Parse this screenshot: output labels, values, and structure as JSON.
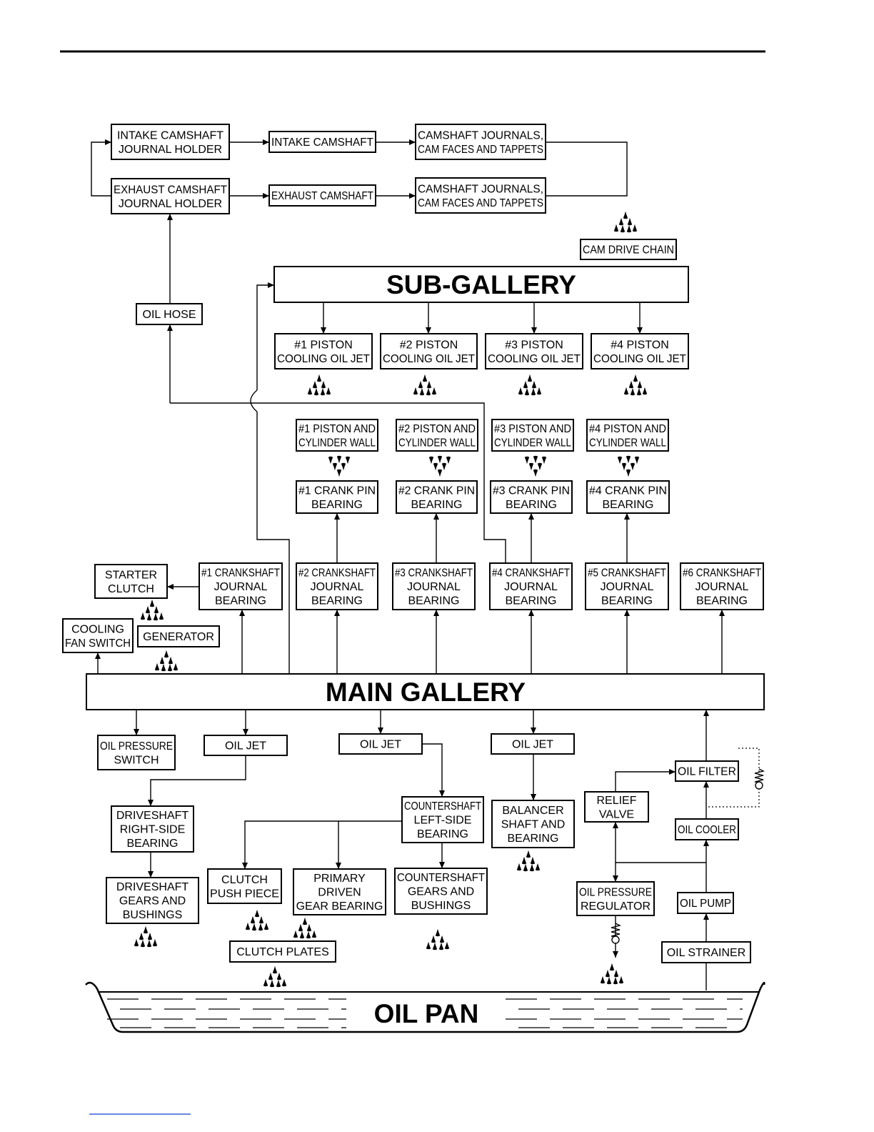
{
  "colors": {
    "line": "#000000",
    "background": "#ffffff",
    "footer_rule": "#3a5fd6"
  },
  "galleries": {
    "sub": "SUB-GALLERY",
    "main": "MAIN GALLERY",
    "pan": "OIL PAN"
  },
  "boxes": {
    "intake_holder": [
      "INTAKE CAMSHAFT",
      "JOURNAL HOLDER"
    ],
    "intake_camshaft": [
      "INTAKE CAMSHAFT"
    ],
    "intake_journals": [
      "CAMSHAFT JOURNALS,",
      "CAM FACES AND TAPPETS"
    ],
    "exhaust_holder": [
      "EXHAUST CAMSHAFT",
      "JOURNAL HOLDER"
    ],
    "exhaust_camshaft": [
      "EXHAUST CAMSHAFT"
    ],
    "exhaust_journals": [
      "CAMSHAFT JOURNALS,",
      "CAM FACES AND TAPPETS"
    ],
    "cam_drive_chain": [
      "CAM DRIVE CHAIN"
    ],
    "oil_hose": [
      "OIL HOSE"
    ],
    "jet1": [
      "#1 PISTON",
      "COOLING OIL JET"
    ],
    "jet2": [
      "#2 PISTON",
      "COOLING OIL JET"
    ],
    "jet3": [
      "#3 PISTON",
      "COOLING OIL JET"
    ],
    "jet4": [
      "#4 PISTON",
      "COOLING OIL JET"
    ],
    "wall1": [
      "#1 PISTON AND",
      "CYLINDER WALL"
    ],
    "wall2": [
      "#2 PISTON AND",
      "CYLINDER WALL"
    ],
    "wall3": [
      "#3 PISTON AND",
      "CYLINDER WALL"
    ],
    "wall4": [
      "#4 PISTON AND",
      "CYLINDER WALL"
    ],
    "pin1": [
      "#1 CRANK PIN",
      "BEARING"
    ],
    "pin2": [
      "#2 CRANK PIN",
      "BEARING"
    ],
    "pin3": [
      "#3 CRANK PIN",
      "BEARING"
    ],
    "pin4": [
      "#4 CRANK PIN",
      "BEARING"
    ],
    "starter_clutch": [
      "STARTER",
      "CLUTCH"
    ],
    "cooling_fan_switch": [
      "COOLING",
      "FAN SWITCH"
    ],
    "generator": [
      "GENERATOR"
    ],
    "crank1": [
      "#1 CRANKSHAFT",
      "JOURNAL",
      "BEARING"
    ],
    "crank2": [
      "#2 CRANKSHAFT",
      "JOURNAL",
      "BEARING"
    ],
    "crank3": [
      "#3 CRANKSHAFT",
      "JOURNAL",
      "BEARING"
    ],
    "crank4": [
      "#4 CRANKSHAFT",
      "JOURNAL",
      "BEARING"
    ],
    "crank5": [
      "#5 CRANKSHAFT",
      "JOURNAL",
      "BEARING"
    ],
    "crank6": [
      "#6 CRANKSHAFT",
      "JOURNAL",
      "BEARING"
    ],
    "oil_pressure_switch": [
      "OIL PRESSURE",
      "SWITCH"
    ],
    "oil_jet_a": [
      "OIL JET"
    ],
    "oil_jet_b": [
      "OIL JET"
    ],
    "oil_jet_c": [
      "OIL JET"
    ],
    "driveshaft_bearing": [
      "DRIVESHAFT",
      "RIGHT-SIDE",
      "BEARING"
    ],
    "driveshaft_gears": [
      "DRIVESHAFT",
      "GEARS AND",
      "BUSHINGS"
    ],
    "countershaft_bearing": [
      "COUNTERSHAFT",
      "LEFT-SIDE",
      "BEARING"
    ],
    "clutch_push_piece": [
      "CLUTCH",
      "PUSH PIECE"
    ],
    "primary_driven": [
      "PRIMARY",
      "DRIVEN",
      "GEAR BEARING"
    ],
    "countershaft_gears": [
      "COUNTERSHAFT",
      "GEARS AND",
      "BUSHINGS"
    ],
    "clutch_plates": [
      "CLUTCH PLATES"
    ],
    "balancer": [
      "BALANCER",
      "SHAFT AND",
      "BEARING"
    ],
    "relief_valve": [
      "RELIEF",
      "VALVE"
    ],
    "oil_filter": [
      "OIL FILTER"
    ],
    "oil_cooler": [
      "OIL COOLER"
    ],
    "oil_pressure_regulator": [
      "OIL PRESSURE",
      "REGULATOR"
    ],
    "oil_pump": [
      "OIL PUMP"
    ],
    "oil_strainer": [
      "OIL STRAINER"
    ]
  }
}
